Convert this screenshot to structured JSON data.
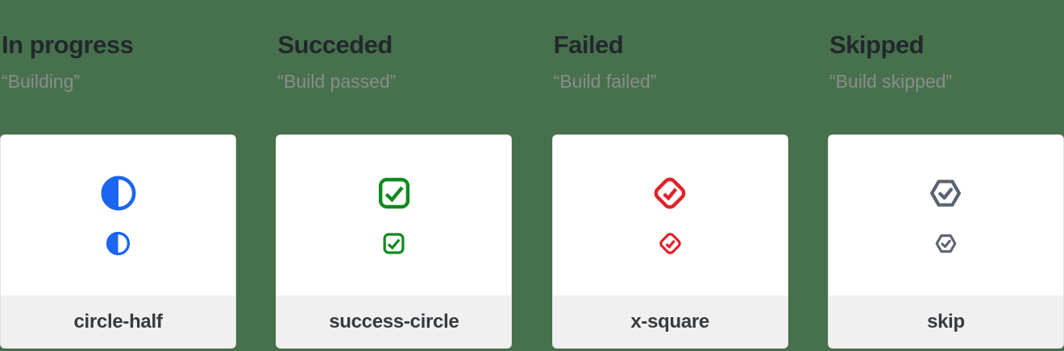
{
  "colors": {
    "page_background": "#47714C",
    "heading_text": "#23282D",
    "quote_text": "#8C8C8E",
    "card_background": "#FFFFFF",
    "card_border": "#E3E3E5",
    "footer_background": "#F0F0F1",
    "footer_text": "#363B41",
    "in_progress_blue": "#1B66F0",
    "succeeded_green": "#0F8A1F",
    "failed_red": "#E1222A",
    "skipped_gray": "#5A6372"
  },
  "statuses": [
    {
      "title": "In progress",
      "message": "“Building”",
      "icon": "circle-half-icon",
      "icon_label": "circle-half",
      "color": "#1B66F0"
    },
    {
      "title": "Succeded",
      "message": "“Build passed”",
      "icon": "check-square-icon",
      "icon_label": "success-circle",
      "color": "#0F8A1F"
    },
    {
      "title": "Failed",
      "message": "“Build failed”",
      "icon": "check-diamond-icon",
      "icon_label": "x-square",
      "color": "#E1222A"
    },
    {
      "title": "Skipped",
      "message": "“Build skipped”",
      "icon": "check-hexagon-icon",
      "icon_label": "skip",
      "color": "#5A6372"
    }
  ]
}
